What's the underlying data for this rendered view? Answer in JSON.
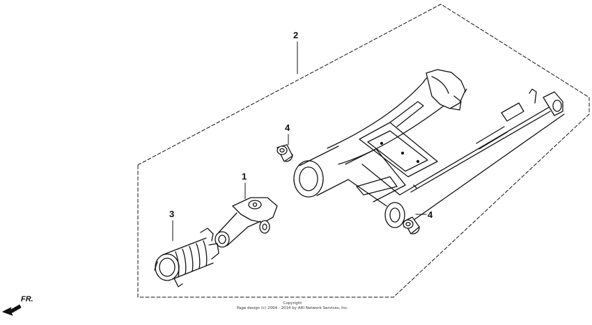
{
  "callouts": {
    "swing_arm": "2",
    "joint_yoke": "1",
    "boot": "3",
    "bushing_upper": "4",
    "bushing_lower": "4"
  },
  "direction": {
    "label": "FR."
  },
  "footer": {
    "copyright_line1": "Copyright",
    "copyright_line2": "Page design (c) 2004 - 2014 by ARI Network Services, Inc."
  }
}
